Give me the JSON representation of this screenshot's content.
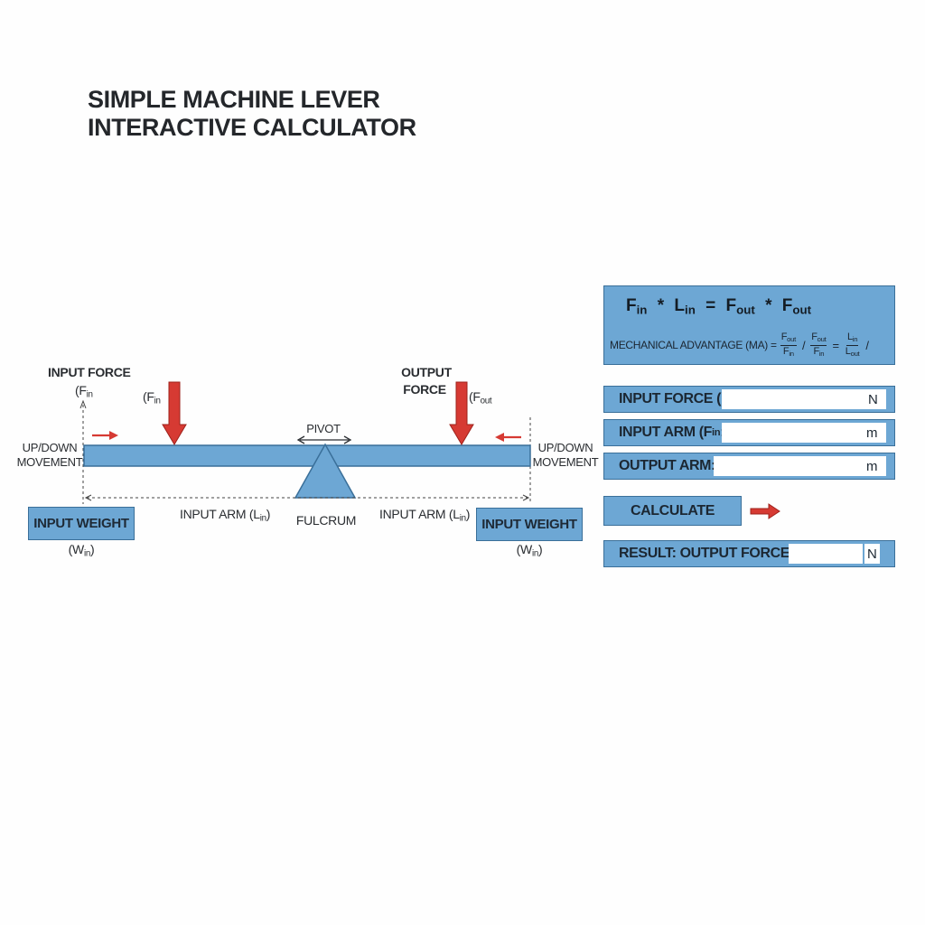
{
  "title": {
    "line1": "SIMPLE MACHINE LEVER",
    "line2": "INTERACTIVE CALCULATOR"
  },
  "diagram": {
    "input_force_label": "INPUT FORCE",
    "input_force_symbol_left": "(F",
    "input_force_symbol_sub": "in",
    "input_force_arrow_label": "(F",
    "input_force_arrow_sub": "in",
    "output_force_label_1": "OUTPUT",
    "output_force_label_2": "FORCE",
    "output_force_arrow_label": "(F",
    "output_force_arrow_sub": "out",
    "pivot_label": "PIVOT",
    "fulcrum_label": "FULCRUM",
    "movement_left_1": "UP/DOWN",
    "movement_left_2": "MOVEMENT",
    "movement_right_1": "UP/DOWN",
    "movement_right_2": "MOVEMENT",
    "input_arm_left": "INPUT ARM (L",
    "input_arm_left_sub": "in",
    "input_arm_left_close": ")",
    "input_arm_right": "INPUT ARM (L",
    "input_arm_right_sub": "in",
    "input_arm_right_close": ")",
    "weight_left": "INPUT WEIGHT",
    "weight_left_symbol": "(W",
    "weight_left_sub": "in",
    "weight_left_close": ")",
    "weight_right": "INPUT WEIGHT",
    "weight_right_symbol": "(W",
    "weight_right_sub": "in",
    "weight_right_close": ")"
  },
  "formula": {
    "main": {
      "f1": "F",
      "f1_sub": "in",
      "star1": "*",
      "l1": "L",
      "l1_sub": "in",
      "eq": "=",
      "f2": "F",
      "f2_sub": "out",
      "star2": "*",
      "f3": "F",
      "f3_sub": "out"
    },
    "ma_label": "MECHANICAL ADVANTAGE (MA) =",
    "frac1_num": "F",
    "frac1_num_sub": "out",
    "frac1_den": "F",
    "frac1_den_sub": "in",
    "slash1": "/",
    "frac2_num": "F",
    "frac2_num_sub": "out",
    "frac2_den": "F",
    "frac2_den_sub": "in",
    "eq2": "=",
    "frac3_num": "L",
    "frac3_num_sub": "in",
    "frac3_den": "L",
    "frac3_den_sub": "out",
    "slash2": "/"
  },
  "form": {
    "input_force": {
      "label": "INPUT FORCE (F",
      "label_sub": "in",
      "label_tail": ":",
      "value": "",
      "unit": "N"
    },
    "input_arm": {
      "label": "INPUT ARM (F",
      "label_sub": "in",
      "label_tail": ":",
      "value": "",
      "unit": "m"
    },
    "output_arm": {
      "label": "OUTPUT ARM:",
      "value": "",
      "unit": "m"
    },
    "calculate_label": "CALCULATE",
    "result": {
      "label": "RESULT: OUTPUT FORCE =",
      "value": "",
      "unit": "N"
    }
  },
  "colors": {
    "panel_blue": "#6da7d4",
    "panel_border": "#3a6f99",
    "arrow_red": "#d63a33",
    "text_dark": "#24272b"
  }
}
